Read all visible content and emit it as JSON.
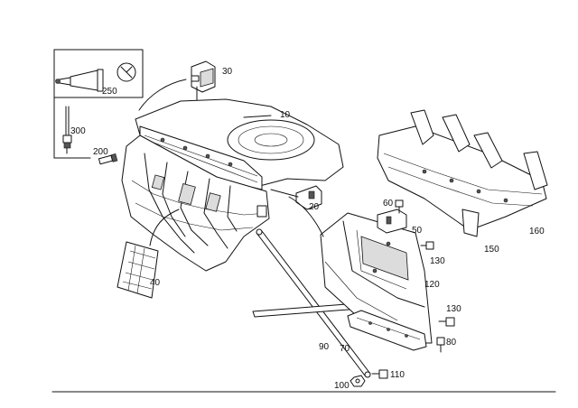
{
  "labels": {
    "p10": "10",
    "p20": "20",
    "p30": "30",
    "p40": "40",
    "p50": "50",
    "p60": "60",
    "p70": "70",
    "p80": "80",
    "p90": "90",
    "p100": "100",
    "p110": "110",
    "p120": "120",
    "p130a": "130",
    "p130b": "130",
    "p150": "150",
    "p160": "160",
    "p200": "200",
    "p250": "250",
    "p300": "300"
  }
}
